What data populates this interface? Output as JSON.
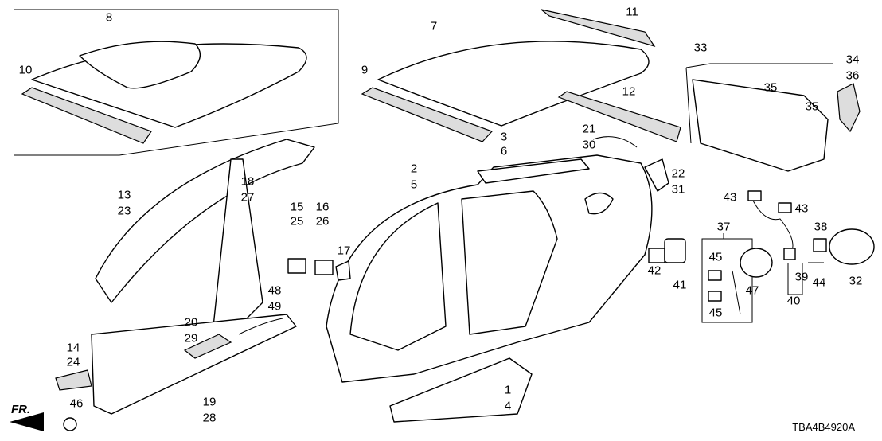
{
  "diagram_code": "TBA4B4920A",
  "direction_label": "FR.",
  "callouts": [
    "8",
    "10",
    "7",
    "11",
    "9",
    "33",
    "34",
    "36",
    "35",
    "35",
    "12",
    "3",
    "6",
    "21",
    "30",
    "2",
    "5",
    "22",
    "31",
    "13",
    "23",
    "18",
    "27",
    "15",
    "25",
    "16",
    "26",
    "17",
    "43",
    "43",
    "37",
    "38",
    "45",
    "42",
    "41",
    "39",
    "44",
    "32",
    "47",
    "40",
    "45",
    "48",
    "49",
    "20",
    "29",
    "14",
    "24",
    "19",
    "28",
    "1",
    "4",
    "46"
  ]
}
